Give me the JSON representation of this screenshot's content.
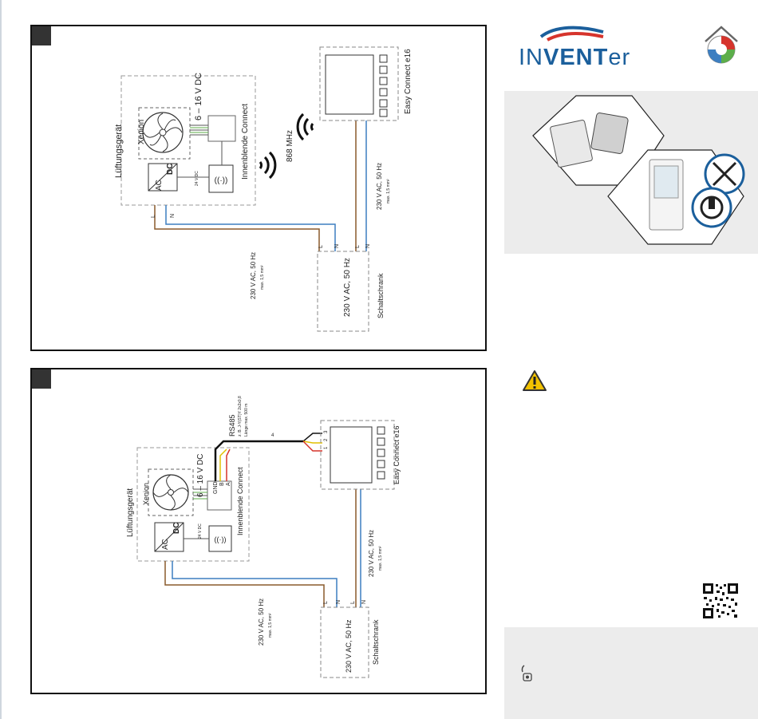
{
  "brand": {
    "name_prefix": "IN",
    "name_bold": "VENT",
    "name_suffix": "er"
  },
  "diagram_top": {
    "device_group": "Lüftungsgerät",
    "fan": "Xenion",
    "voltage_range": "6 – 16 V DC",
    "dc_label": "24 V DC",
    "ac": "AC",
    "dc": "DC",
    "connect": "Innenblende Connect",
    "wire_L": "L",
    "wire_N": "N",
    "frequency": "868 MHz",
    "controller": "Easy Connect e16",
    "supply_line": "230 V AC, 50 Hz",
    "supply_cross": "max. 1,5 mm²",
    "cabinet_voltage": "230 V AC, 50 Hz",
    "cabinet": "Schaltschrank"
  },
  "diagram_bottom": {
    "device_group": "Lüftungsgerät",
    "fan": "Xenion",
    "voltage_range": "6 – 16 V DC",
    "dc_label": "24 V DC",
    "ac": "AC",
    "dc": "DC",
    "connect": "Innenblende Connect",
    "gnd": "GND",
    "term_b": "B",
    "term_a": "A",
    "wire_L": "L",
    "wire_N": "N",
    "bus": "RS485",
    "bus_cable": "z. B. J-Y(ST)Y 2x2x0,8",
    "bus_length": "Länge max. 500 m",
    "wire_count": "4",
    "t1": "1",
    "t2": "2",
    "t3": "3",
    "controller": "Easy Connect e16",
    "supply_line": "230 V AC, 50 Hz",
    "supply_cross": "max. 1,5 mm²",
    "cabinet_voltage": "230 V AC, 50 Hz",
    "cabinet": "Schaltschrank"
  },
  "colors": {
    "brown": "#8a5a2b",
    "blue": "#3d7fc1",
    "red": "#d6342c",
    "logo_blue": "#1b5f9c"
  }
}
